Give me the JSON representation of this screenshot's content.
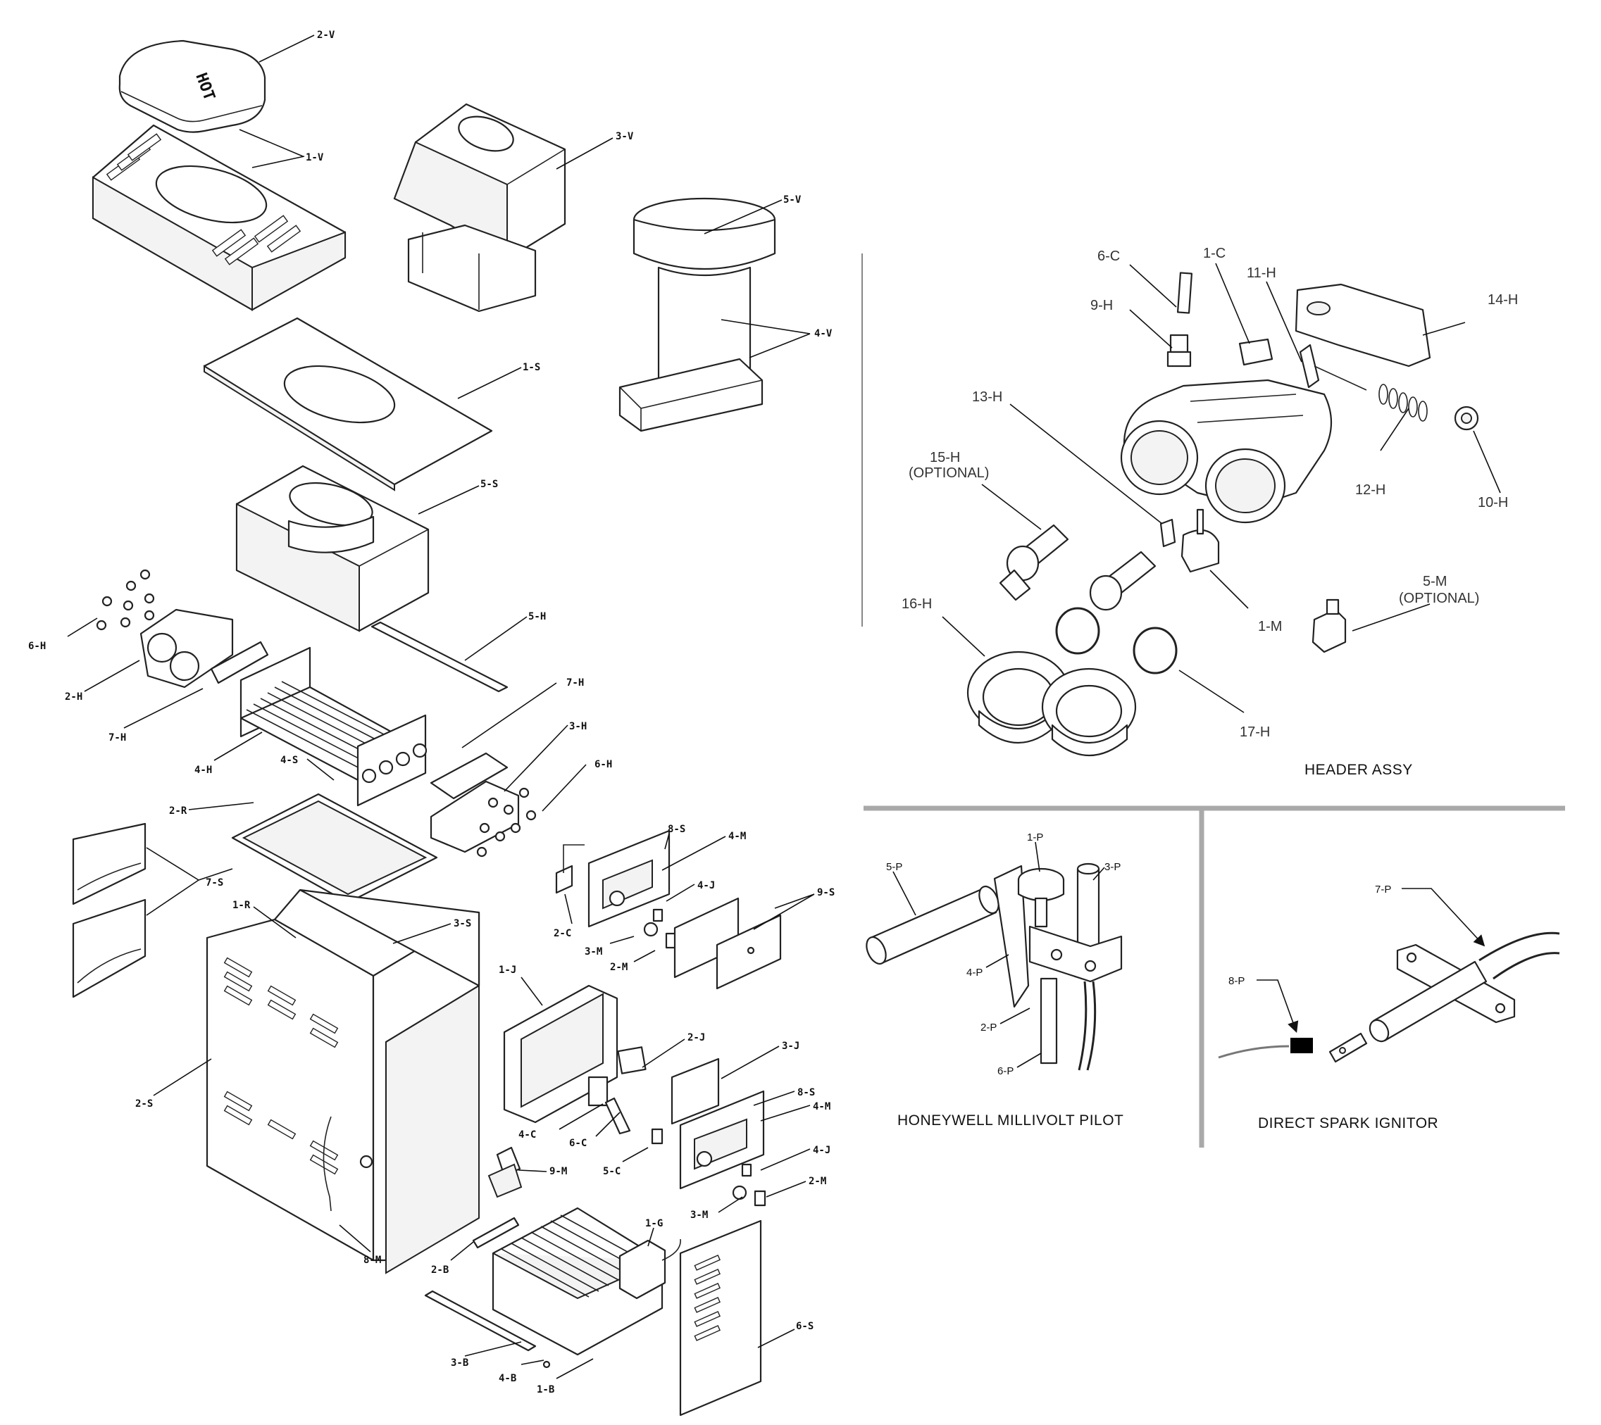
{
  "captions": {
    "header_assy": "HEADER ASSY",
    "millivolt_pilot": "HONEYWELL MILLIVOLT PILOT",
    "spark_ignitor": "DIRECT SPARK IGNITOR"
  },
  "lid_text": "HOT",
  "labels": {
    "2V": "2-V",
    "1V": "1-V",
    "3V": "3-V",
    "5V": "5-V",
    "4V": "4-V",
    "1S": "1-S",
    "5S": "5-S",
    "5H": "5-H",
    "6H_left": "6-H",
    "2H": "2-H",
    "7H_left": "7-H",
    "7H_right": "7-H",
    "4H": "4-H",
    "3H": "3-H",
    "6H_right": "6-H",
    "4S": "4-S",
    "2R": "2-R",
    "7S": "7-S",
    "1R": "1-R",
    "3S": "3-S",
    "2S": "2-S",
    "8S_top": "8-S",
    "4M_top": "4-M",
    "4J_top": "4-J",
    "2C": "2-C",
    "3M_top": "3-M",
    "2M_top": "2-M",
    "9S": "9-S",
    "1J": "1-J",
    "2J": "2-J",
    "3J": "3-J",
    "8S_bot": "8-S",
    "4M_bot": "4-M",
    "4C": "4-C",
    "6C_left": "6-C",
    "5C": "5-C",
    "9M": "9-M",
    "4J_bot": "4-J",
    "2M_bot": "2-M",
    "3M_bot": "3-M",
    "1G": "1-G",
    "8M": "8-M",
    "2B": "2-B",
    "3B": "3-B",
    "4B": "4-B",
    "1B": "1-B",
    "6S": "6-S"
  },
  "header_labels": {
    "6C": "6-C",
    "1C": "1-C",
    "11H": "11-H",
    "14H": "14-H",
    "9H": "9-H",
    "13H": "13-H",
    "15H": "15-H",
    "optional_1": "(OPTIONAL)",
    "12H": "12-H",
    "10H": "10-H",
    "5M": "5-M",
    "optional_2": "(OPTIONAL)",
    "16H": "16-H",
    "1M": "1-M",
    "17H": "17-H"
  },
  "pilot_labels": {
    "1P": "1-P",
    "5P": "5-P",
    "3P": "3-P",
    "4P": "4-P",
    "2P": "2-P",
    "6P": "6-P"
  },
  "ignitor_labels": {
    "7P": "7-P",
    "8P": "8-P"
  }
}
